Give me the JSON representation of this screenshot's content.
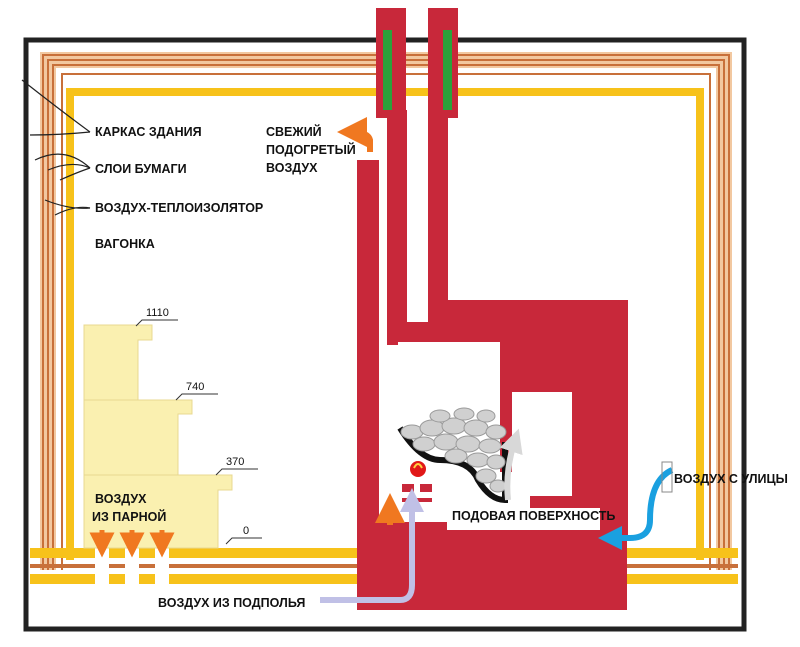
{
  "labels": {
    "frame": "КАРКАС ЗДАНИЯ",
    "paper": "СЛОИ БУМАГИ",
    "air_insulator": "ВОЗДУХ-ТЕПЛОИЗОЛЯТОР",
    "lining": "ВАГОНКА",
    "fresh_air_line1": "СВЕЖИЙ",
    "fresh_air_line2": "ПОДОГРЕТЫЙ",
    "fresh_air_line3": "ВОЗДУХ",
    "street_air": "ВОЗДУХ С УЛИЦЫ",
    "hearth": "ПОДОВАЯ ПОВЕРХНОСТЬ",
    "steam_air_line1": "ВОЗДУХ",
    "steam_air_line2": "ИЗ ПАРНОЙ",
    "underfloor_air": "ВОЗДУХ ИЗ ПОДПОЛЬЯ"
  },
  "levels": [
    "1110",
    "740",
    "370",
    "0"
  ],
  "colors": {
    "stove_red": "#c8283a",
    "lining_yellow": "#f7c21a",
    "paper_tan": "#f2c8a0",
    "paper_brown": "#c8703a",
    "bench_yellow": "#faf0b0",
    "arrow_orange": "#f07820",
    "arrow_blue": "#1aa0e0",
    "arrow_lavender": "#c0c0e6",
    "arrow_gray": "#d8d8d8",
    "chimney_green": "#2aa23a"
  }
}
